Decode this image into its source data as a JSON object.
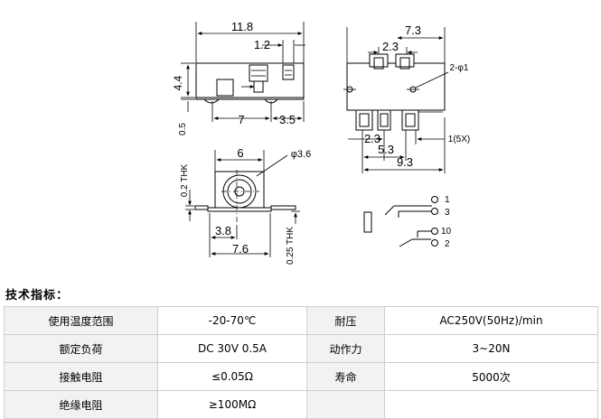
{
  "drawing": {
    "dim_11_8": "11.8",
    "dim_1_2": "1.2",
    "dim_4_4": "4.4",
    "dim_7": "7",
    "dim_3_5": "3.5",
    "dim_0_5": "0.5",
    "dim_7_3": "7.3",
    "dim_2_3_top": "2.3",
    "dim_2_phi1": "2-φ1",
    "dim_2_3_bottom": "2.3",
    "dim_1_5x": "1(5X)",
    "dim_5_3": "5.3",
    "dim_9_3": "9.3",
    "dim_6": "6",
    "dim_phi3_6": "φ3.6",
    "dim_0_2_thk": "0.2 THK",
    "dim_3_8": "3.8",
    "dim_7_6": "7.6",
    "dim_0_25_thk": "0.25 THK",
    "pin_1": "1",
    "pin_3": "3",
    "pin_10": "10",
    "pin_2": "2"
  },
  "specs": {
    "heading": "技术指标：",
    "rows": [
      {
        "l1": "使用温度范围",
        "v1": "-20-70℃",
        "l2": "耐压",
        "v2": "AC250V(50Hz)/min"
      },
      {
        "l1": "额定负荷",
        "v1": "DC 30V 0.5A",
        "l2": "动作力",
        "v2": "3~20N"
      },
      {
        "l1": "接触电阻",
        "v1": "≤0.05Ω",
        "l2": "寿命",
        "v2": "5000次"
      },
      {
        "l1": "绝缘电阻",
        "v1": "≥100MΩ",
        "l2": "",
        "v2": ""
      }
    ]
  }
}
